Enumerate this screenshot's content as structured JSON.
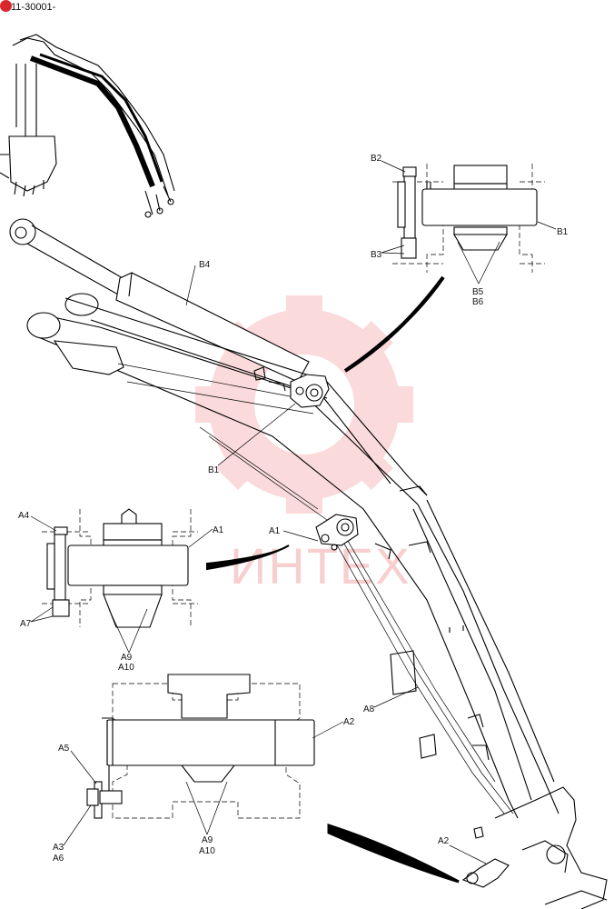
{
  "document": {
    "code": "11-30001-"
  },
  "watermark": {
    "text": "ИНТЕХ",
    "color": "#f2a0a0"
  },
  "accent": {
    "marker": "#d9272e",
    "gear": "#f6bcbc"
  },
  "callouts": {
    "b2": "B2",
    "b1_detail": "B1",
    "b3": "B3",
    "b5": "B5",
    "b6": "B6",
    "b4": "B4",
    "b1_main": "B1",
    "a4": "A4",
    "a1_detail": "A1",
    "a7": "A7",
    "a9_detail1": "A9",
    "a10_detail1": "A10",
    "a1_main": "A1",
    "a8": "A8",
    "a2_detail": "A2",
    "a5": "A5",
    "a3": "A3",
    "a6": "A6",
    "a9_detail2": "A9",
    "a10_detail2": "A10",
    "a2_main": "A2"
  }
}
